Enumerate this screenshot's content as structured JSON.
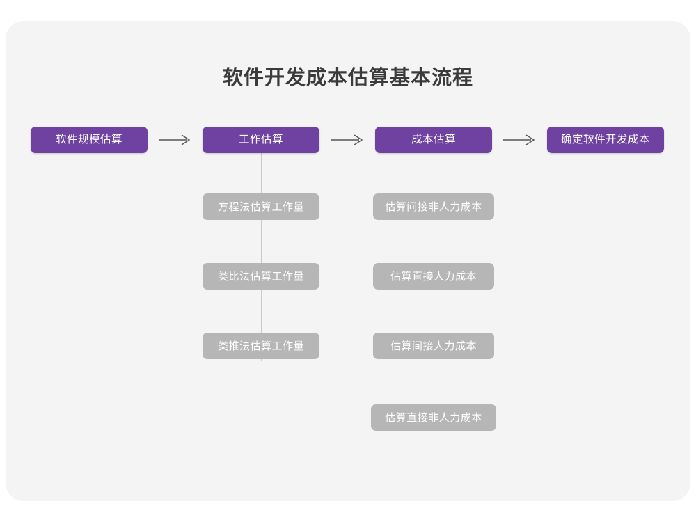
{
  "diagram": {
    "title": "软件开发成本估算基本流程",
    "type": "flowchart",
    "colors": {
      "background": "#ffffff",
      "card": "#f4f4f4",
      "primary_node": "#6f41a0",
      "secondary_node": "#b6b6b6",
      "node_text": "#ffffff",
      "title_text": "#3b3b3b",
      "connector": "#c9c9c9",
      "arrow": "#555555"
    },
    "main_flow": [
      {
        "id": "step1",
        "label": "软件规模估算"
      },
      {
        "id": "step2",
        "label": "工作估算"
      },
      {
        "id": "step3",
        "label": "成本估算"
      },
      {
        "id": "step4",
        "label": "确定软件开发成本"
      }
    ],
    "arrows": [
      {
        "id": "arrow1",
        "from": "step1",
        "to": "step2",
        "glyph": "arrow-right-icon"
      },
      {
        "id": "arrow2",
        "from": "step2",
        "to": "step3",
        "glyph": "arrow-right-icon"
      },
      {
        "id": "arrow3",
        "from": "step3",
        "to": "step4",
        "glyph": "arrow-right-icon"
      }
    ],
    "branches": [
      {
        "parent": "step2",
        "items": [
          "方程法估算工作量",
          "类比法估算工作量",
          "类推法估算工作量"
        ]
      },
      {
        "parent": "step3",
        "items": [
          "估算间接非人力成本",
          "估算直接人力成本",
          "估算间接人力成本",
          "估算直接非人力成本"
        ]
      }
    ]
  }
}
